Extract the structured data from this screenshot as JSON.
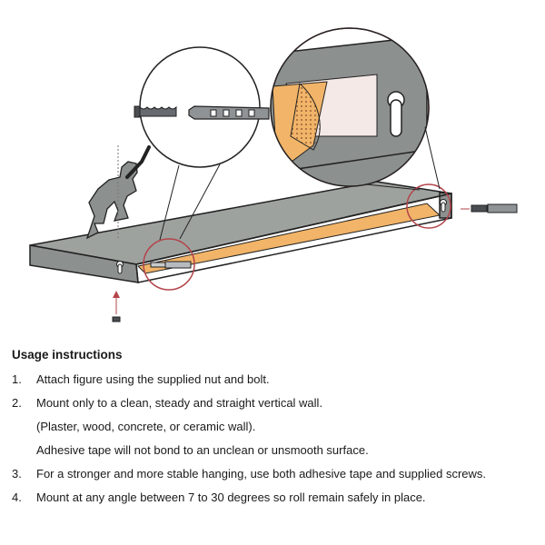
{
  "instructions": {
    "heading": "Usage instructions",
    "steps": [
      {
        "num": "1.",
        "text": "Attach figure using the supplied nut and bolt."
      },
      {
        "num": "2.",
        "text": "Mount only to a clean,  steady and straight vertical wall."
      },
      {
        "num": "",
        "text": "(Plaster, wood, concrete, or ceramic wall)."
      },
      {
        "num": "",
        "text": "Adhesive tape will not bond to an unclean or unsmooth surface."
      },
      {
        "num": "3.",
        "text": "For a stronger and more stable hanging, use both adhesive tape and supplied screws."
      },
      {
        "num": "4.",
        "text": "Mount at any angle between 7 to 30 degrees so roll remain safely in place."
      }
    ]
  },
  "colors": {
    "shelf_body": "#8c908e",
    "shelf_top": "#9ea29f",
    "outline": "#222222",
    "tape": "#f1b468",
    "circle_stroke": "#b3444a",
    "dots": "#7a4a2a"
  },
  "icons": [
    "shelf-illustration",
    "figure-icon",
    "bolt-icon",
    "keyhole-icon",
    "screw-icon",
    "anchor-icon",
    "arrow-icon"
  ]
}
